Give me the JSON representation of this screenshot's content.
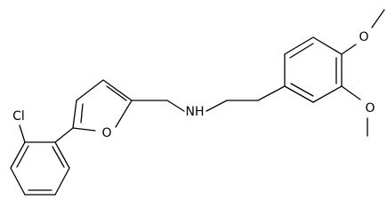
{
  "structure": {
    "labels": {
      "chlorine": "Cl",
      "furan_oxygen": "O",
      "amine": "NH",
      "methoxy_oxygen_top": "O",
      "methoxy_oxygen_bottom": "O"
    },
    "colors": {
      "bond": "#000000",
      "text": "#000000",
      "background": "#ffffff"
    }
  }
}
